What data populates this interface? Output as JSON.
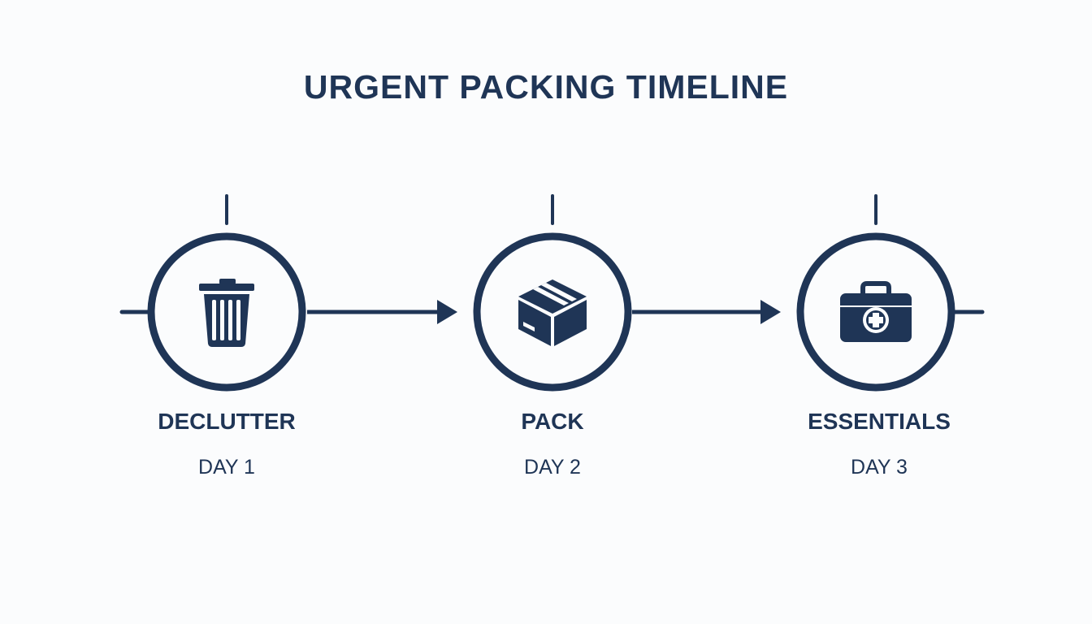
{
  "title": "URGENT PACKING TIMELINE",
  "colors": {
    "primary": "#1f3556",
    "background": "#fbfcfd"
  },
  "steps": [
    {
      "label": "DECLUTTER",
      "day": "DAY 1",
      "icon": "trash-can-icon"
    },
    {
      "label": "PACK",
      "day": "DAY 2",
      "icon": "cardboard-box-icon"
    },
    {
      "label": "ESSENTIALS",
      "day": "DAY 3",
      "icon": "first-aid-kit-icon"
    }
  ]
}
